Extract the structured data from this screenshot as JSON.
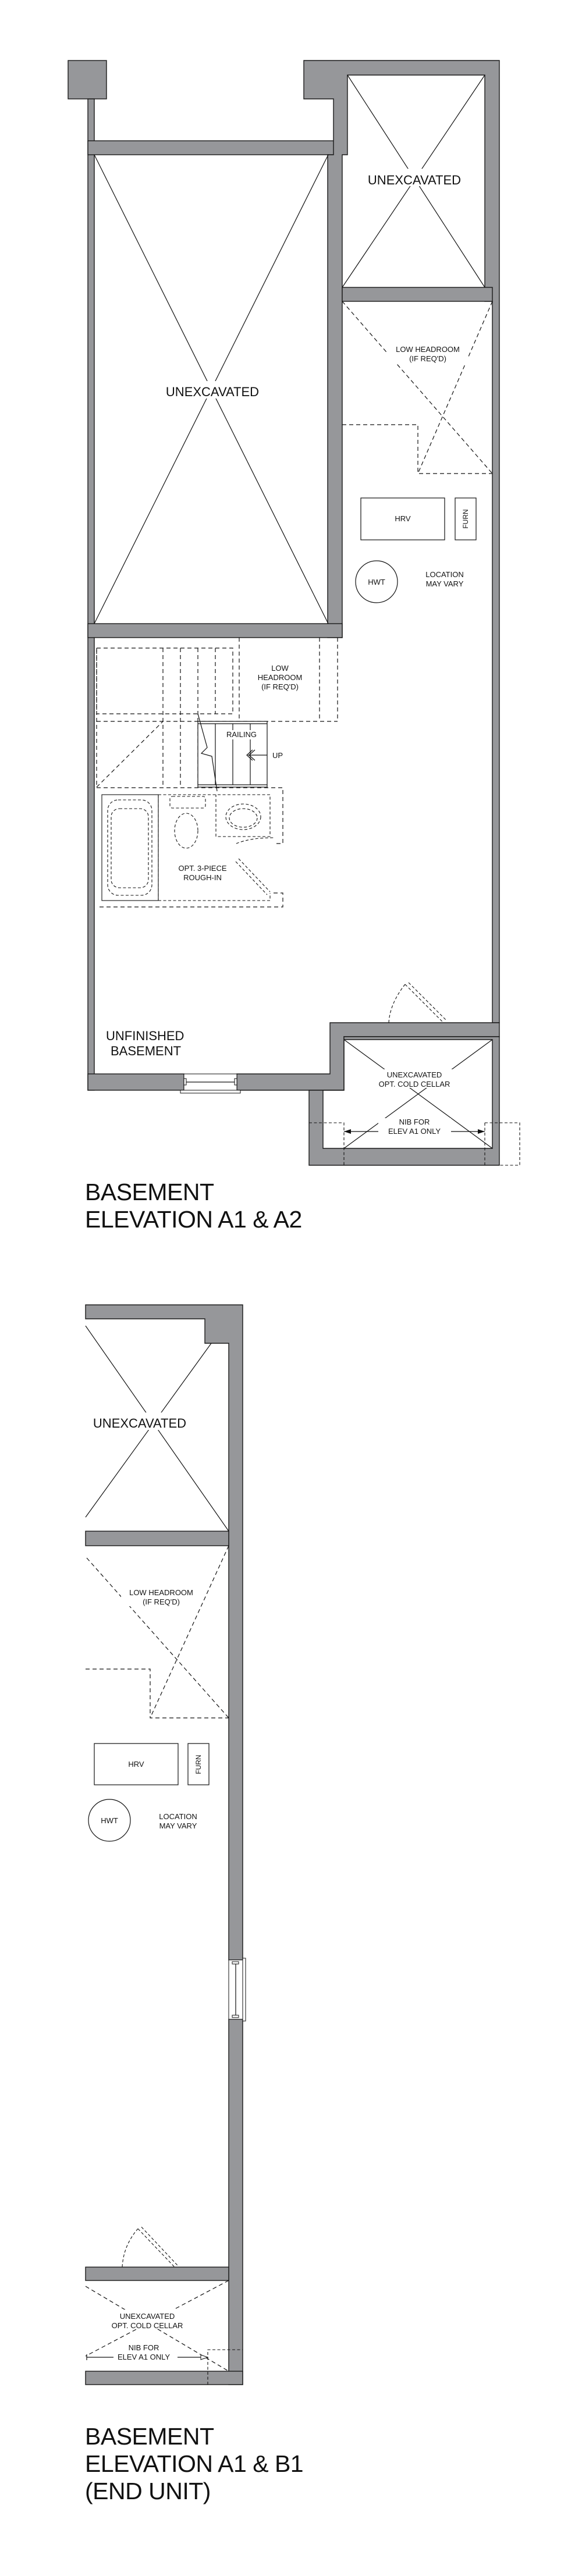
{
  "colors": {
    "wall": "#96979a",
    "line": "#111111",
    "background": "#ffffff"
  },
  "plan1": {
    "title_line1": "BASEMENT",
    "title_line2": "ELEVATION A1 & A2",
    "labels": {
      "unexcavated_top_right": "UNEXCAVATED",
      "unexcavated_main": "UNEXCAVATED",
      "low_headroom_right_l1": "LOW HEADROOM",
      "low_headroom_right_l2": "(IF REQ'D)",
      "hrv": "HRV",
      "furn": "FURN",
      "hwt": "HWT",
      "location_l1": "LOCATION",
      "location_l2": "MAY VARY",
      "low_headroom_stair_l1": "LOW",
      "low_headroom_stair_l2": "HEADROOM",
      "low_headroom_stair_l3": "(IF REQ'D)",
      "railing": "RAILING",
      "up": "UP",
      "bath_l1": "OPT. 3-PIECE",
      "bath_l2": "ROUGH-IN",
      "unfinished_l1": "UNFINISHED",
      "unfinished_l2": "BASEMENT",
      "cellar_l1": "UNEXCAVATED",
      "cellar_l2": "OPT. COLD CELLAR",
      "nib_l1": "NIB FOR",
      "nib_l2": "ELEV A1 ONLY"
    }
  },
  "plan2": {
    "title_line1": "BASEMENT",
    "title_line2": "ELEVATION A1 & B1",
    "title_line3": "(END UNIT)",
    "labels": {
      "unexcavated": "UNEXCAVATED",
      "low_headroom_l1": "LOW HEADROOM",
      "low_headroom_l2": "(IF REQ'D)",
      "hrv": "HRV",
      "furn": "FURN",
      "hwt": "HWT",
      "location_l1": "LOCATION",
      "location_l2": "MAY VARY",
      "cellar_l1": "UNEXCAVATED",
      "cellar_l2": "OPT. COLD CELLAR",
      "nib_l1": "NIB FOR",
      "nib_l2": "ELEV A1 ONLY"
    }
  }
}
